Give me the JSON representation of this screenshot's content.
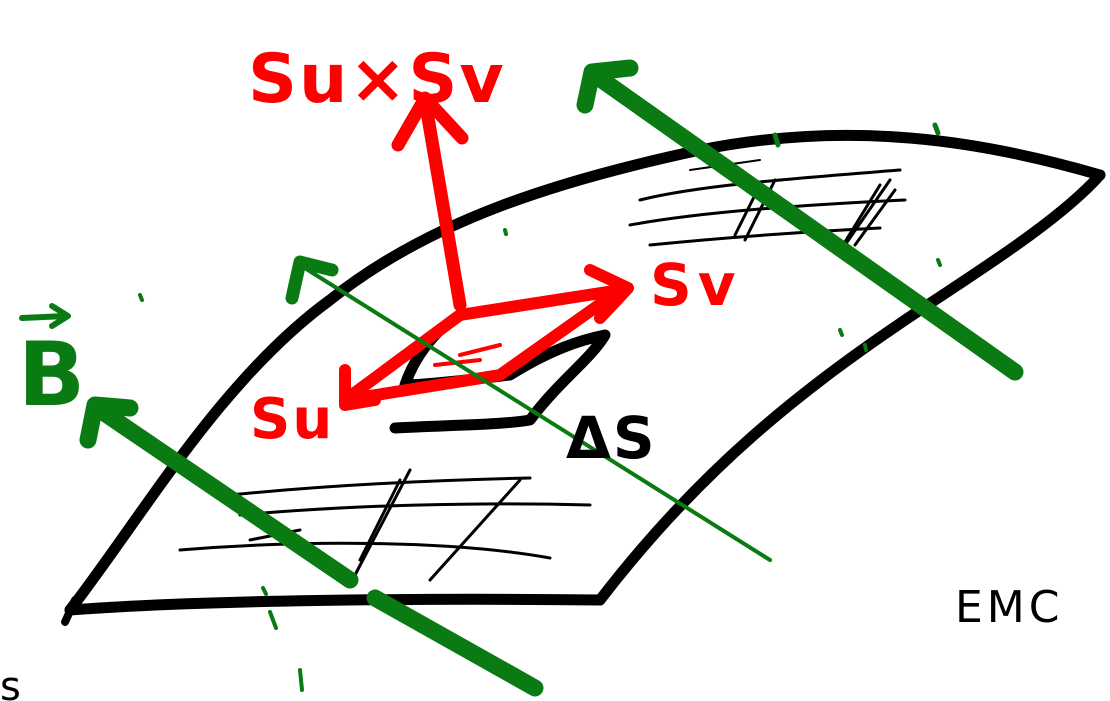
{
  "colors": {
    "black_ink": "#000000",
    "red_ink": "#ff0000",
    "green_ink": "#0a7a12",
    "background": "#ffffff"
  },
  "labels": {
    "cross_product": "Su×Sv",
    "su": "Su",
    "sv": "Sv",
    "delta_s": "ΔS",
    "b_field": "B",
    "b_vector_arrow": "⃗",
    "corner_text": "EMC",
    "left_edge_mark": "s"
  }
}
